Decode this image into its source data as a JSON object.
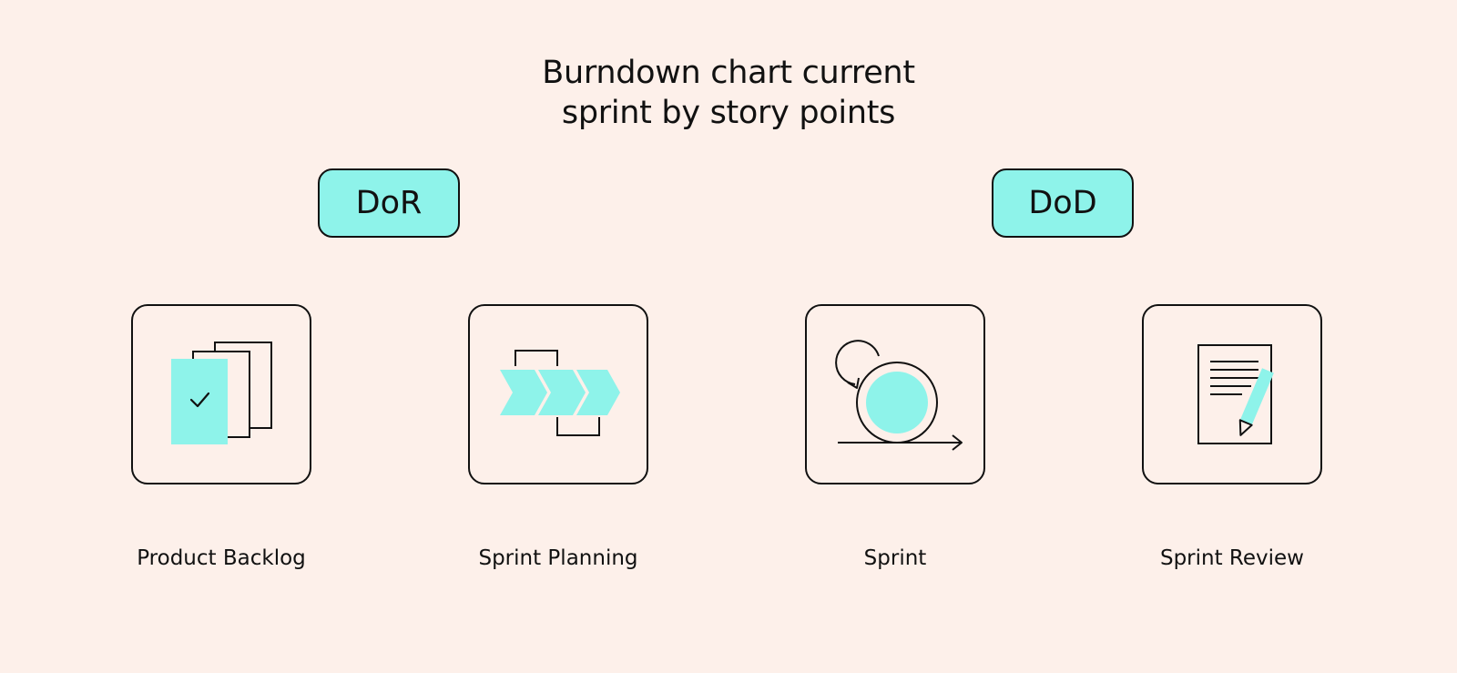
{
  "title": {
    "line1": "Burndown chart current",
    "line2": "sprint by story points"
  },
  "tags": {
    "dor": "DoR",
    "dod": "DoD"
  },
  "stages": [
    {
      "label": "Product Backlog",
      "icon": "documents-check-icon"
    },
    {
      "label": "Sprint Planning",
      "icon": "chevrons-flow-icon"
    },
    {
      "label": "Sprint",
      "icon": "sprint-cycle-icon"
    },
    {
      "label": "Sprint Review",
      "icon": "document-pencil-icon"
    }
  ],
  "colors": {
    "background": "#fdf0ea",
    "accent": "#8ef3ea",
    "stroke": "#111111"
  }
}
